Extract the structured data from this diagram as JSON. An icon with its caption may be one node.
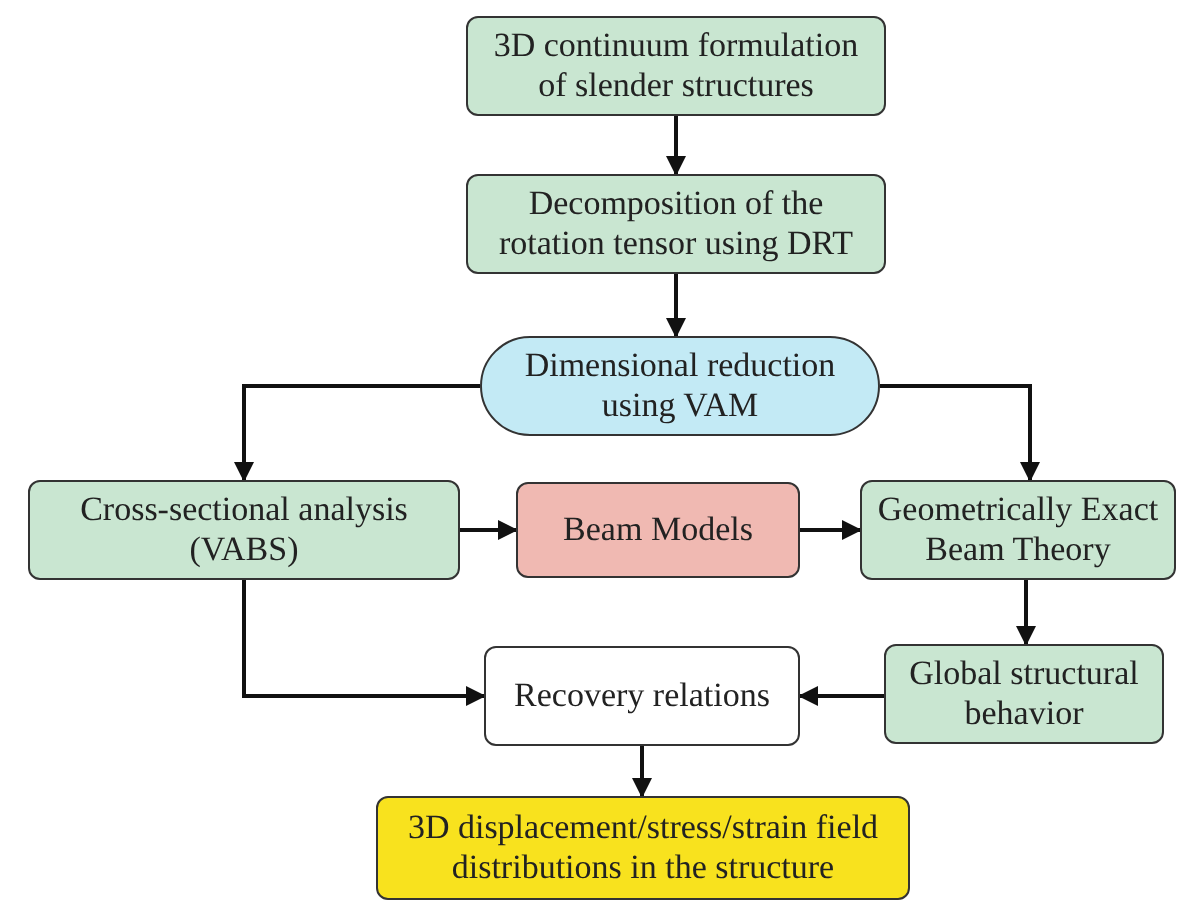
{
  "diagram": {
    "nodes": [
      {
        "text": [
          "3D continuum formulation of slender structures"
        ]
      },
      {
        "text": [
          "Decomposition of the rotation tensor using DRT"
        ]
      },
      {
        "text": [
          "Dimensional reduction using VAM"
        ]
      },
      {
        "text": [
          "Cross-sectional analysis (VABS)"
        ]
      },
      {
        "text": [
          "Beam Models"
        ]
      },
      {
        "text": [
          "Geometrically Exact Beam Theory"
        ]
      },
      {
        "text": [
          "Recovery relations"
        ]
      },
      {
        "text": [
          "Global structural behavior"
        ]
      },
      {
        "text": [
          "3D displacement/stress/strain field distributions in the structure"
        ]
      }
    ],
    "edges": [
      {
        "from": 0,
        "to": 1,
        "arrow": "to"
      },
      {
        "from": 1,
        "to": 2,
        "arrow": "to"
      },
      {
        "from": 2,
        "to": 3,
        "arrow": "to"
      },
      {
        "from": 2,
        "to": 5,
        "arrow": "to"
      },
      {
        "from": 3,
        "to": 4,
        "arrow": "to"
      },
      {
        "from": 4,
        "to": 5,
        "arrow": "to"
      },
      {
        "from": 5,
        "to": 7,
        "arrow": "to"
      },
      {
        "from": 7,
        "to": 6,
        "arrow": "to"
      },
      {
        "from": 3,
        "to": 6,
        "arrow": "to"
      },
      {
        "from": 6,
        "to": 8,
        "arrow": "to"
      }
    ]
  }
}
